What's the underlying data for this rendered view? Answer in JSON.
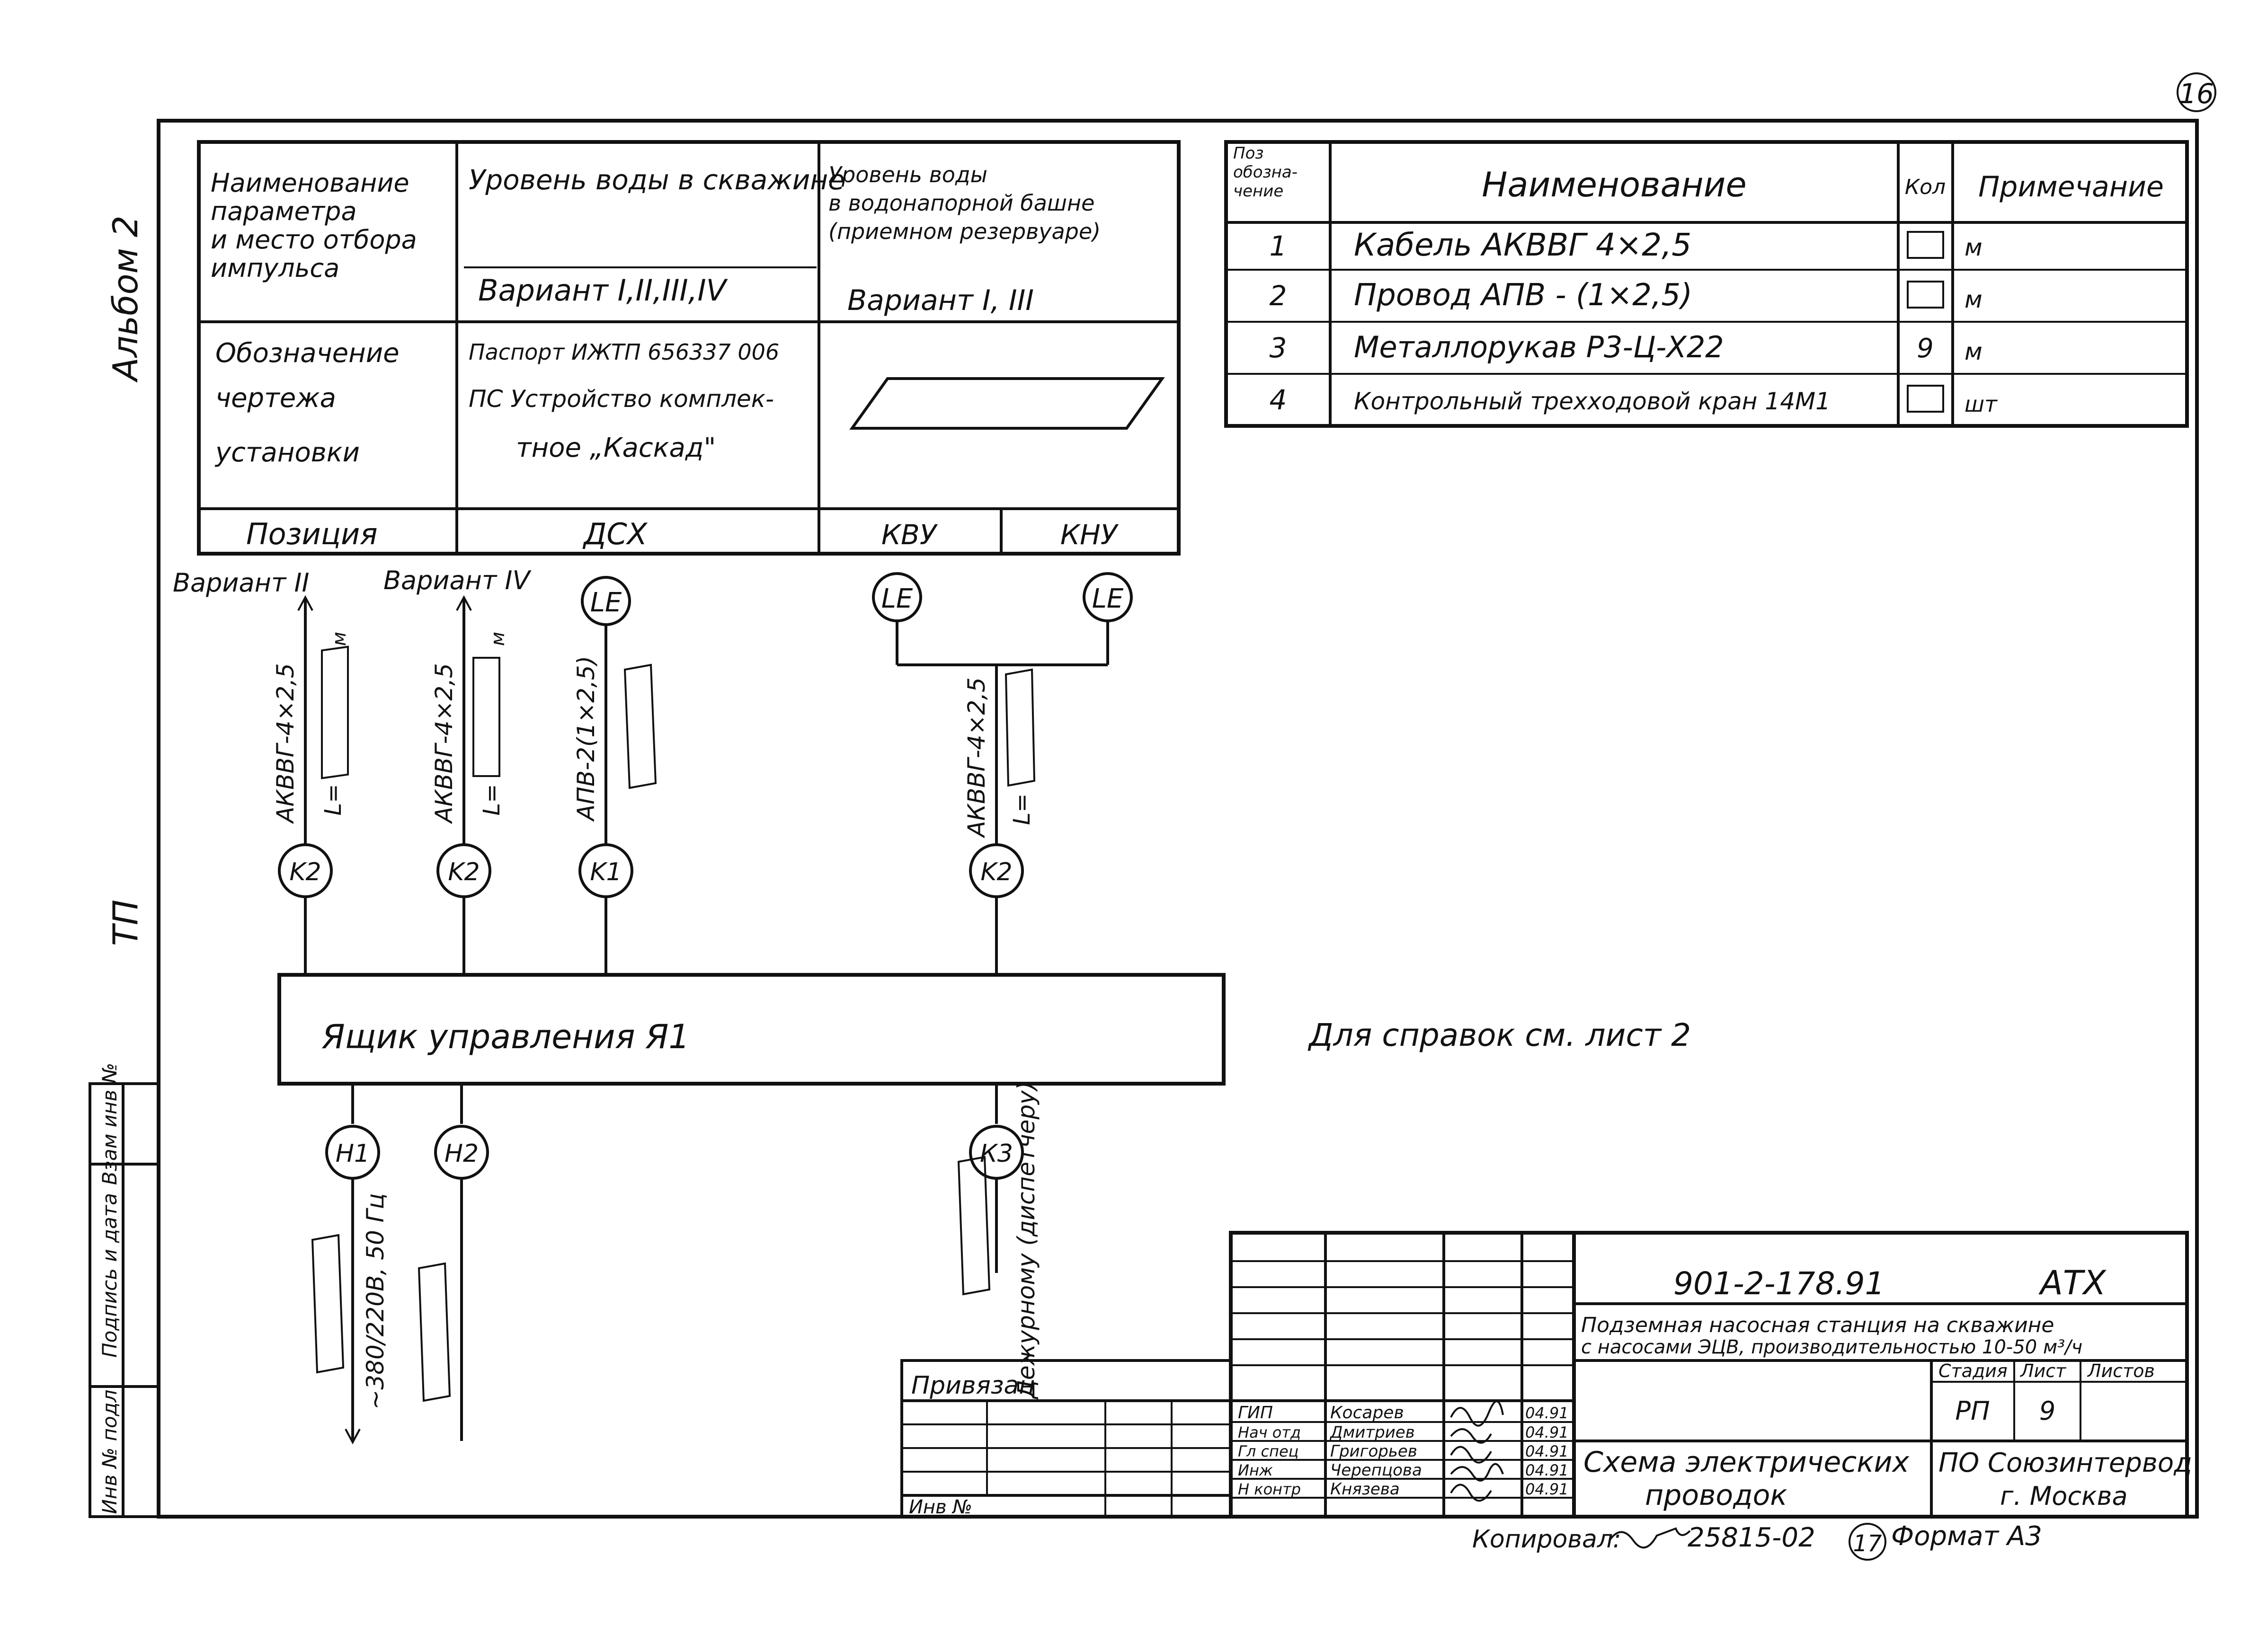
{
  "sheet_number": "16",
  "left_margin": {
    "album": "Альбом 2",
    "series": "ТП",
    "stamp_cells": [
      "Инв № подл",
      "Подпись и дата",
      "Взам инв №"
    ]
  },
  "params_table": {
    "rows": [
      {
        "head": "Наименование параметра и место отбора импульса",
        "col1": "Уровень воды в скважине",
        "col1_variant": "Вариант I,II,III,IV",
        "col2": "Уровень воды в водонапорной башне (приемном резервуаре)",
        "col2_variant": "Вариант I, III"
      },
      {
        "head": "Обозначение чертежа установки",
        "col1": [
          "Паспорт ИЖТП 656337 006",
          "ПС Устройство комплек-",
          "тное „Каскад\""
        ],
        "col2": ""
      }
    ],
    "position_row": {
      "label": "Позиция",
      "values": [
        "ДСХ",
        "КВУ",
        "КНУ"
      ]
    }
  },
  "spec_table": {
    "headers": [
      "Поз обозна-чение",
      "Наименование",
      "Кол",
      "Примечание"
    ],
    "rows": [
      {
        "pos": "1",
        "name": "Кабель АКВВГ 4×2,5",
        "qty": "",
        "note": "м"
      },
      {
        "pos": "2",
        "name": "Провод АПВ - (1×2,5)",
        "qty": "",
        "note": "м"
      },
      {
        "pos": "3",
        "name": "Металлорукав Р3-Ц-Х22",
        "qty": "9",
        "note": "м"
      },
      {
        "pos": "4",
        "name": "Контрольный трехходовой кран 14М1",
        "qty": "",
        "note": "шт"
      }
    ]
  },
  "diagram": {
    "variant_labels": [
      "Вариант II",
      "Вариант IV"
    ],
    "sensors": [
      "LE",
      "LE",
      "LE"
    ],
    "cables": [
      {
        "mark": "K2",
        "label": "АКВВГ-4×2,5",
        "length": "L=",
        "unit": "м"
      },
      {
        "mark": "K2",
        "label": "АКВВГ-4×2,5",
        "length": "L=",
        "unit": "м"
      },
      {
        "mark": "K1",
        "label": "АПВ-2(1×2,5)"
      },
      {
        "mark": "K2",
        "label": "АКВВГ-4×2,5",
        "length": "L="
      }
    ],
    "control_box": "Ящик управления Я1",
    "reference_note": "Для справок см. лист 2",
    "bottom_circuits": [
      {
        "mark": "Н1",
        "label": "~380/220В, 50 Гц"
      },
      {
        "mark": "Н2",
        "label": ""
      },
      {
        "mark": "К3",
        "label": "Дежурному (диспетчеру)"
      }
    ]
  },
  "title_block": {
    "code": "901-2-178.91",
    "mark": "АТХ",
    "project": [
      "Подземная насосная станция на скважине",
      "с насосами ЭЦВ, производительностью 10-50 м³/ч"
    ],
    "binding_label": "Привязан",
    "inv_label": "Инв №",
    "people": [
      {
        "role": "ГИП",
        "name": "Косарев",
        "date": "04.91"
      },
      {
        "role": "Нач отд",
        "name": "Дмитриев",
        "date": "04.91"
      },
      {
        "role": "Гл спец",
        "name": "Григорьев",
        "date": "04.91"
      },
      {
        "role": "Инж",
        "name": "Черепцова",
        "date": "04.91"
      },
      {
        "role": "Н контр",
        "name": "Князева",
        "date": "04.91"
      }
    ],
    "stage_headers": [
      "Стадия",
      "Лист",
      "Листов"
    ],
    "stage": "РП",
    "sheet": "9",
    "sheets": "",
    "drawing_name": [
      "Схема электрических",
      "проводок"
    ],
    "organization": [
      "ПО Союзинтервод",
      "г. Москва"
    ]
  },
  "footer": {
    "copied": "Копировал:",
    "number": "25815-02",
    "page": "17",
    "format": "Формат А3"
  }
}
